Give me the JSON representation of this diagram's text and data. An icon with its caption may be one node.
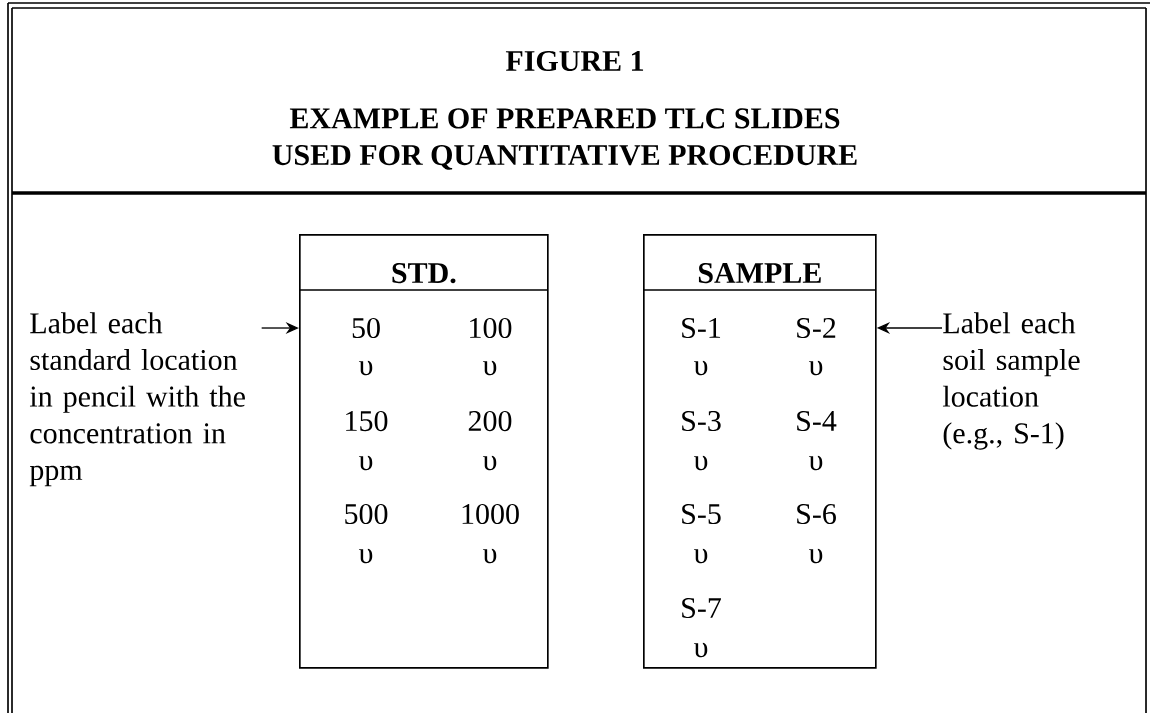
{
  "diagram": {
    "title": "FIGURE 1",
    "caption": "EXAMPLE OF PREPARED TLC SLIDES USED FOR QUANTITATIVE PROCEDURE",
    "nodes": [
      {
        "text": [
          "Label each standard location in pencil with the concentration in ppm"
        ]
      },
      {
        "text": [
          "STD."
        ]
      },
      {
        "text": [
          "SAMPLE"
        ]
      },
      {
        "text": [
          "Label each soil sample location (e.g., S-1)"
        ]
      }
    ],
    "edges": [
      {
        "from": 0,
        "to": 1,
        "arrow": "to"
      },
      {
        "from": 3,
        "to": 2,
        "arrow": "to"
      }
    ],
    "labels": [
      "50",
      "100",
      "υ",
      "υ",
      "150",
      "200",
      "υ",
      "υ",
      "500",
      "1000",
      "υ",
      "υ",
      "S-1",
      "S-2",
      "υ",
      "υ",
      "S-3",
      "S-4",
      "υ",
      "υ",
      "S-5",
      "S-6",
      "υ",
      "υ",
      "S-7",
      "υ"
    ]
  }
}
